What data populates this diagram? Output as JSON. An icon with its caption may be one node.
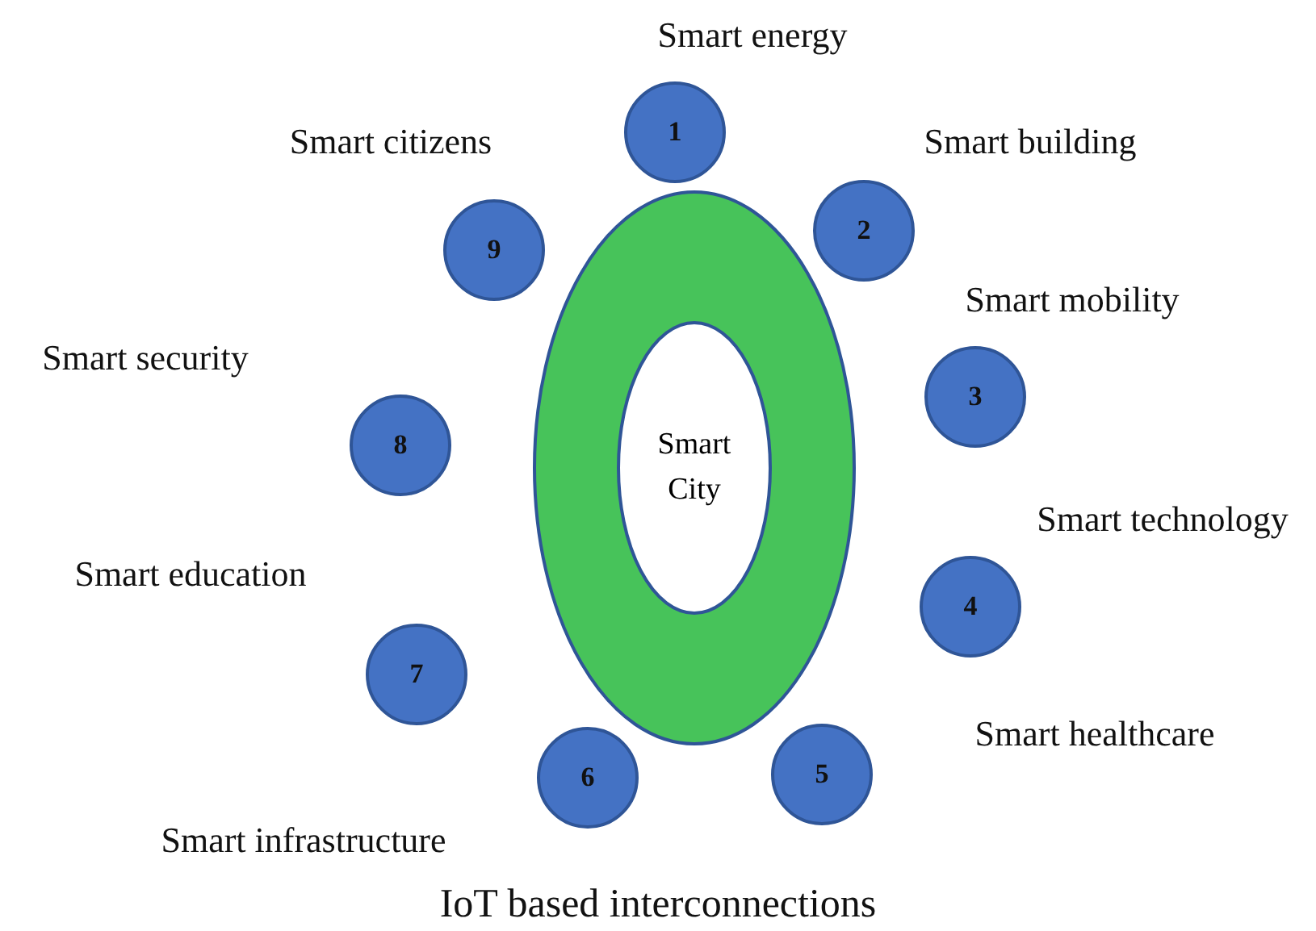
{
  "diagram": {
    "caption": "IoT based interconnections",
    "nodes": [
      {
        "text": [
          "Smart City"
        ]
      },
      {
        "text": [
          "1"
        ],
        "beside": [
          "Smart energy"
        ]
      },
      {
        "text": [
          "2"
        ],
        "beside": [
          "Smart building"
        ]
      },
      {
        "text": [
          "3"
        ],
        "beside": [
          "Smart mobility"
        ]
      },
      {
        "text": [
          "4"
        ],
        "beside": [
          "Smart technology"
        ]
      },
      {
        "text": [
          "5"
        ],
        "beside": [
          "Smart healthcare"
        ]
      },
      {
        "text": [
          "6"
        ],
        "beside": [
          "Smart infrastructure"
        ]
      },
      {
        "text": [
          "7"
        ],
        "beside": [
          "Smart education"
        ]
      },
      {
        "text": [
          "8"
        ],
        "beside": [
          "Smart security"
        ]
      },
      {
        "text": [
          "9"
        ],
        "beside": [
          "Smart citizens"
        ]
      }
    ]
  }
}
